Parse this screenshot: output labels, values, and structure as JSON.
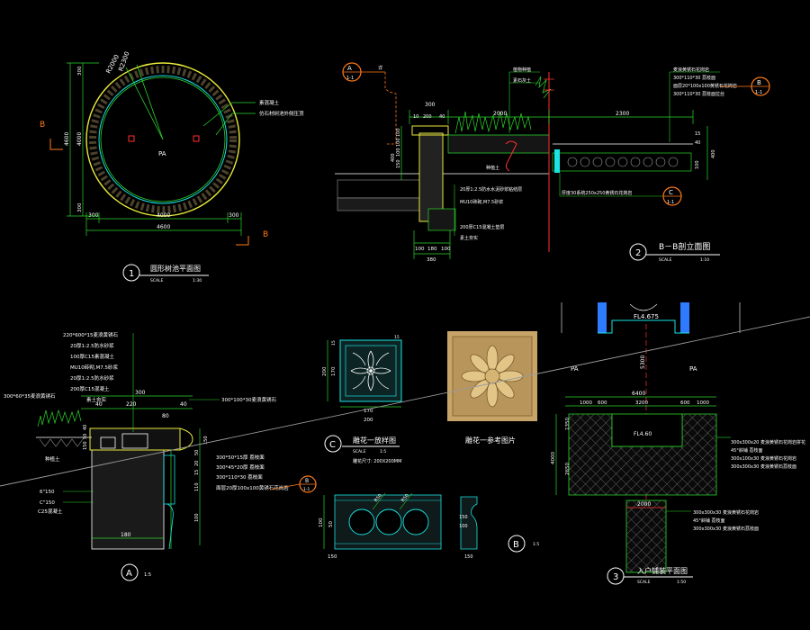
{
  "colors": {
    "background": "#000000",
    "white": "#ffffff",
    "green": "#2bd62b",
    "cyan": "#19e3e3",
    "yellow": "#e8e83a",
    "red": "#ff3030",
    "orange": "#ff7a1a",
    "blue": "#2f7bff",
    "magenta": "#e34fe3",
    "gray": "#9a9a9a",
    "tan": "#d9b979"
  },
  "drawing_1": {
    "title": "圆形树池平面图",
    "number": "1",
    "scale": "SCALE",
    "scale_value": "1:30",
    "center_label": "PA",
    "section_letter_left": "B",
    "section_letter_right": "B",
    "radius_labels": [
      "R2000",
      "R2300"
    ],
    "callouts": [
      "素混凝土",
      "仿石材树池外侧压顶"
    ],
    "dims_bottom": [
      "300",
      "4000",
      "300"
    ],
    "dim_total": "4600",
    "dims_left": [
      "300",
      "4600",
      "300"
    ],
    "dim_left_inner": "4000"
  },
  "drawing_2": {
    "title": "B－B剖立面图",
    "number": "2",
    "scale": "SCALE",
    "scale_value": "1:10",
    "ref_a": "A",
    "ref_a_sub": "1-1",
    "ref_a_label": "详",
    "ref_b1": "B",
    "ref_b1_sub": "1-1",
    "ref_b2": "C",
    "ref_b2_sub": "1-1",
    "dims_top": [
      "300",
      "2000",
      "2300"
    ],
    "dims_small": [
      "10",
      "200",
      "40"
    ],
    "dims_bottom": [
      "100",
      "180",
      "100"
    ],
    "dim_bottom_total": "380",
    "dims_left": [
      "100",
      "100",
      "100",
      "150",
      "400"
    ],
    "dims_right": [
      "15",
      "40",
      "400",
      "100"
    ],
    "callouts_top": [
      "植物种植",
      "素石灰土"
    ],
    "callouts_right": [
      "麦浪黄锈石花岗岩",
      "300*110*30 荔枝面",
      "面层20*100x100黄锈石花岗岩",
      "300*110*30 荔枝面拉丝"
    ],
    "callouts_left": [
      "20厚1:2.5防水水泥砂浆粘结层",
      "MU10砖砌,M7.5砂浆",
      "200厚C15混凝土垫层",
      "素土夯实"
    ],
    "callout_soil": "种植土",
    "callout_bottom": "厚度30系统250x250黄锈石花岗岩"
  },
  "drawing_3": {
    "title": "入户铺装平面图",
    "number": "3",
    "scale": "SCALE",
    "scale_value": "1:50",
    "label_fl_top": "FL4.675",
    "label_fl_mid": "FL4.60",
    "label_pa_left": "PA",
    "label_pa_right": "PA",
    "dims_top": [
      "1000",
      "600",
      "3200",
      "600",
      "1000"
    ],
    "dim_total": "6400",
    "dim_vertical": "5300",
    "dims_left": [
      "1350",
      "4000",
      "2650"
    ],
    "dim_bottom": "2000",
    "callouts": [
      "300x300x20 麦浪黄锈石花岗岩拼花",
      "45°斜铺 荔枝面",
      "300x100x30 麦浪黄锈石花岗岩",
      "300x300x30 麦浪黄锈石荔枝面"
    ],
    "callouts_bottom": [
      "300x300x30 麦浪黄锈石花岗岩",
      "45°斜铺 荔枝面",
      "300x300x30 麦浪黄锈石荔枝面"
    ]
  },
  "drawing_a": {
    "label": "A",
    "scale_value": "1:5",
    "layers": [
      "220*600*15麦浪黄锈石",
      "20厚1:2.5防水砂浆",
      "100厚C15素混凝土",
      "MU10砖砌,M7.5砂浆",
      "20厚1:2.5防水砂浆",
      "200厚C15混凝土",
      "素土夯实"
    ],
    "left_callout": "300*60*35麦浪黄锈石",
    "right_callout_top": "300*100*30麦浪黄锈石",
    "right_callouts": [
      "300*50*15厚 荔枝面",
      "300*45*20厚 荔枝面",
      "300*110*30 荔枝面"
    ],
    "right_callout_bottom": "面层20厚100x100黄锈石花岗岩",
    "soil": "种植土",
    "dims_top": [
      "40",
      "300",
      "40"
    ],
    "dims_top_inner": [
      "220",
      "80"
    ],
    "dims_left": [
      "40",
      "50",
      "150"
    ],
    "dims_right": [
      "150",
      "50",
      "20",
      "15",
      "110",
      "100"
    ],
    "left_notes": [
      "6\"150",
      "C\"150",
      "C25混凝土"
    ],
    "dim_bottom": "180",
    "ref": "B",
    "ref_sub": "1-1"
  },
  "drawing_b": {
    "label": "B",
    "scale_value": "1:5",
    "dims_left": [
      "100",
      "50"
    ],
    "dim_bottom_left": "150",
    "radius_labels": [
      "R50",
      "R50"
    ],
    "small_dims_left": [
      "150",
      "100"
    ],
    "small_dim_bottom": "150"
  },
  "drawing_c": {
    "label": "C",
    "title": "雕花一放样图",
    "scale": "SCALE",
    "scale_value": "1:5",
    "size_note": "雕花尺寸: 200X200MM",
    "dims_left": [
      "200",
      "170",
      "15"
    ],
    "dims_bottom": [
      "170",
      "200"
    ],
    "dims_top": [
      "15"
    ],
    "photo_caption": "雕花一参考图片"
  }
}
